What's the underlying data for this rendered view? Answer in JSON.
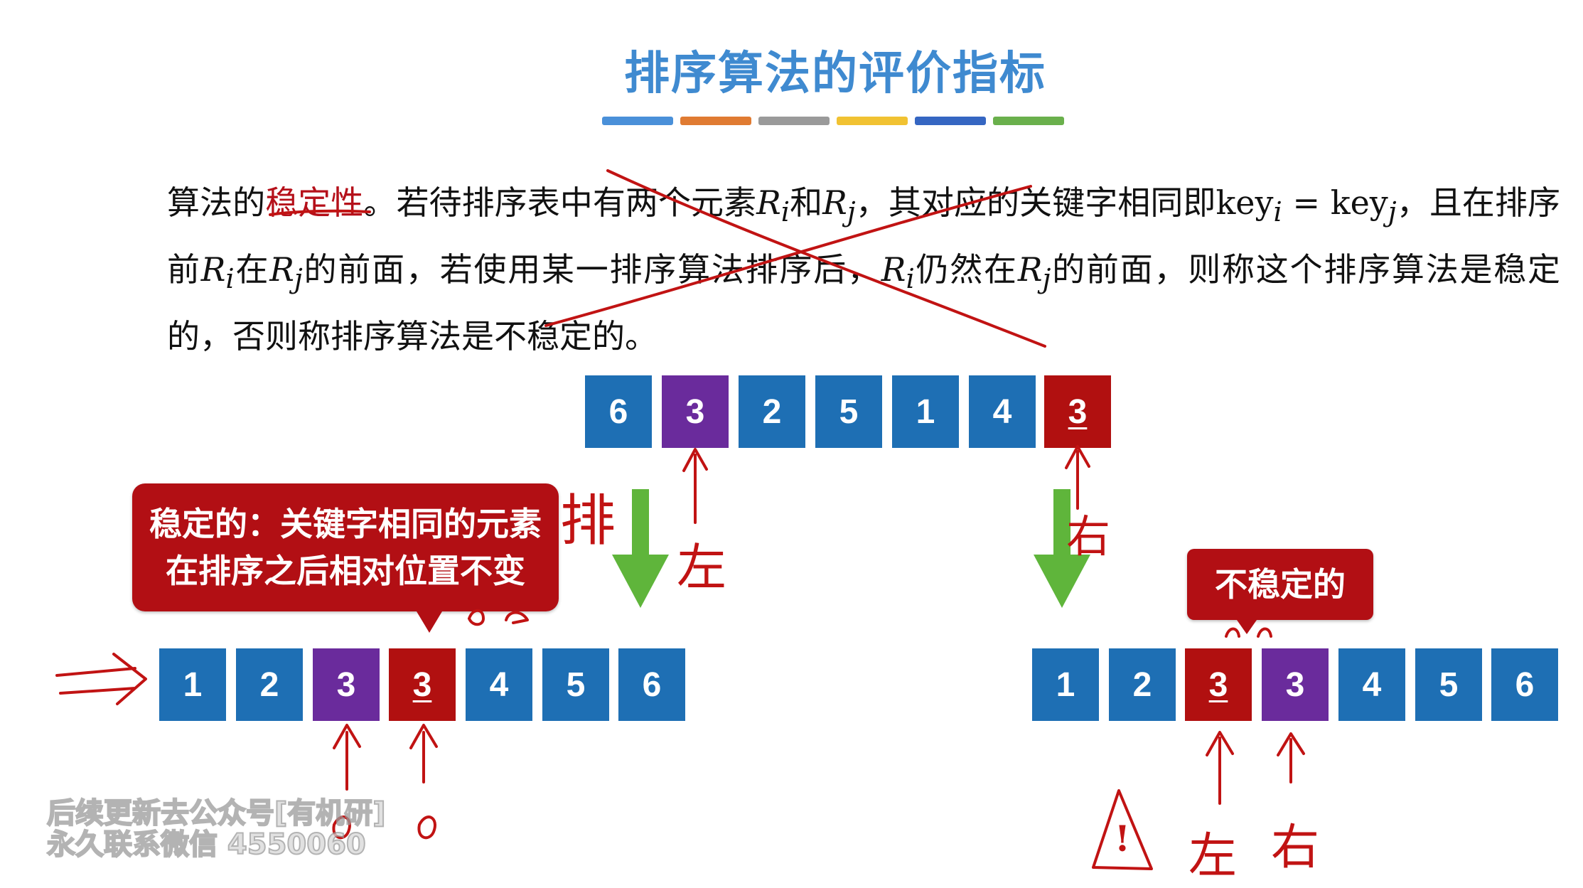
{
  "title": "排序算法的评价指标",
  "title_stripe_colors": [
    "#4a90d9",
    "#e07b32",
    "#9a9a9a",
    "#f1c232",
    "#3566c2",
    "#6ab04c"
  ],
  "paragraph": {
    "p1": "算法的",
    "stability_term": "稳定性",
    "p2": "。若待排序表中有两个元素",
    "Ri": "R",
    "sub_i": "i",
    "and": "和",
    "Rj": "R",
    "sub_j": "j",
    "p3": "，其对应的关键字相同即key",
    "eq": " = key",
    "p4": "，且在排序前",
    "at": "在",
    "p5": "的前面，若使用某一排序算法排序后，",
    "still": "仍然在",
    "p6": "的前面，则称这个排序算法是稳定的，否则称排序算法是不稳定的。"
  },
  "top_array": [
    "6",
    "3",
    "2",
    "5",
    "1",
    "4",
    "3"
  ],
  "left_sorted_array": [
    "1",
    "2",
    "3",
    "3",
    "4",
    "5",
    "6"
  ],
  "right_sorted_array": [
    "1",
    "2",
    "3",
    "3",
    "4",
    "5",
    "6"
  ],
  "callout_stable": {
    "line1": "稳定的：关键字相同的元素",
    "line2": "在排序之后相对位置不变"
  },
  "callout_unstable": "不稳定的",
  "handwriting": {
    "sort": "排",
    "left": "左",
    "right": "右",
    "warning": "!"
  },
  "watermark_bottom": {
    "line1": "后续更新去公众号[有机研]",
    "line2": "永久联系微信 4550060"
  },
  "colors": {
    "blue": "#1e6fb4",
    "purple": "#6a2b9c",
    "red": "#b11010",
    "ink": "#c11313",
    "green_arrow": "#5fb53b"
  }
}
